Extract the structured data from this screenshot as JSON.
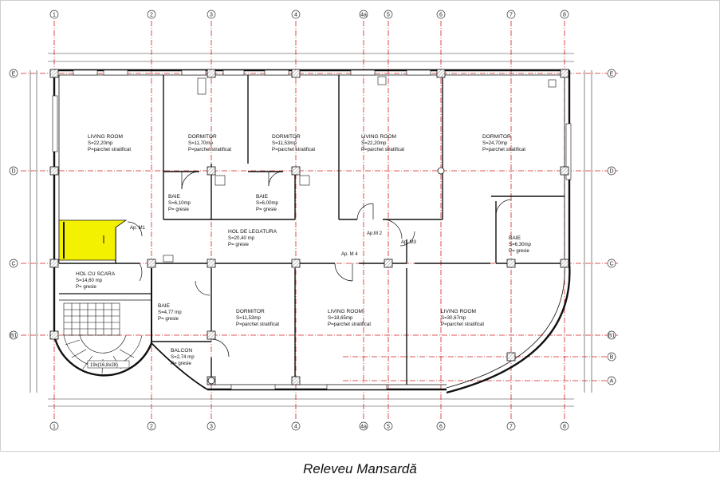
{
  "caption": "Releveu Mansardă",
  "grid_cols": [
    "1",
    "2",
    "3",
    "4",
    "4a",
    "5",
    "6",
    "7",
    "8"
  ],
  "grid_rows": [
    "E",
    "D",
    "C",
    "B1",
    "B",
    "A"
  ],
  "rooms": [
    {
      "id": "living1",
      "name": "LIVING ROOM",
      "area": "S=22,20mp",
      "floor": "P=parchet stratificat"
    },
    {
      "id": "dorm1",
      "name": "DORMITOR",
      "area": "S=11,70mp",
      "floor": "P=parchet stratificat"
    },
    {
      "id": "dorm2",
      "name": "DORMITOR",
      "area": "S=11,53mp",
      "floor": "P=parchet stratificat"
    },
    {
      "id": "living2",
      "name": "LIVING ROOM",
      "area": "S=22,20mp",
      "floor": "P=parchet stratificat"
    },
    {
      "id": "dorm3",
      "name": "DORMITOR",
      "area": "S=24,70mp",
      "floor": "P=parchet stratificat"
    },
    {
      "id": "baie1",
      "name": "BAIE",
      "area": "S=6,10mp",
      "floor": "P= gresie"
    },
    {
      "id": "baie2",
      "name": "BAIE",
      "area": "S=6,00mp",
      "floor": "P= gresie"
    },
    {
      "id": "hol",
      "name": "HOL DE LEGATURA",
      "area": "S=20,40 mp",
      "floor": "P= gresie"
    },
    {
      "id": "baie3",
      "name": "BAIE",
      "area": "S=6,30mp",
      "floor": "P= gresie"
    },
    {
      "id": "scara",
      "name": "HOL CU SCARA",
      "area": "S=14,60 mp",
      "floor": "P= gresie"
    },
    {
      "id": "baie4",
      "name": "BAIE",
      "area": "S=4,77 mp",
      "floor": "P= gresie"
    },
    {
      "id": "dorm4",
      "name": "DORMITOR",
      "area": "S=11,53mp",
      "floor": "P=parchet stratificat"
    },
    {
      "id": "living3",
      "name": "LIVING ROOM",
      "area": "S=18,65mp",
      "floor": "P=parchet stratificat"
    },
    {
      "id": "living4",
      "name": "LIVING ROOM",
      "area": "S=30,67mp",
      "floor": "P=parchet stratificat"
    },
    {
      "id": "balcon",
      "name": "BALCON",
      "area": "S=2,74 mp",
      "floor": "P= gresie"
    }
  ],
  "apartments": [
    "Ap. M1",
    "Ap.M 2",
    "Ap. M3",
    "Ap. M 4"
  ],
  "stair_label": "19x(16,8x28)",
  "colors": {
    "grid": "#d42020",
    "wall": "#111111",
    "highlight": "#f3f000",
    "column": "#c8c8c8"
  }
}
